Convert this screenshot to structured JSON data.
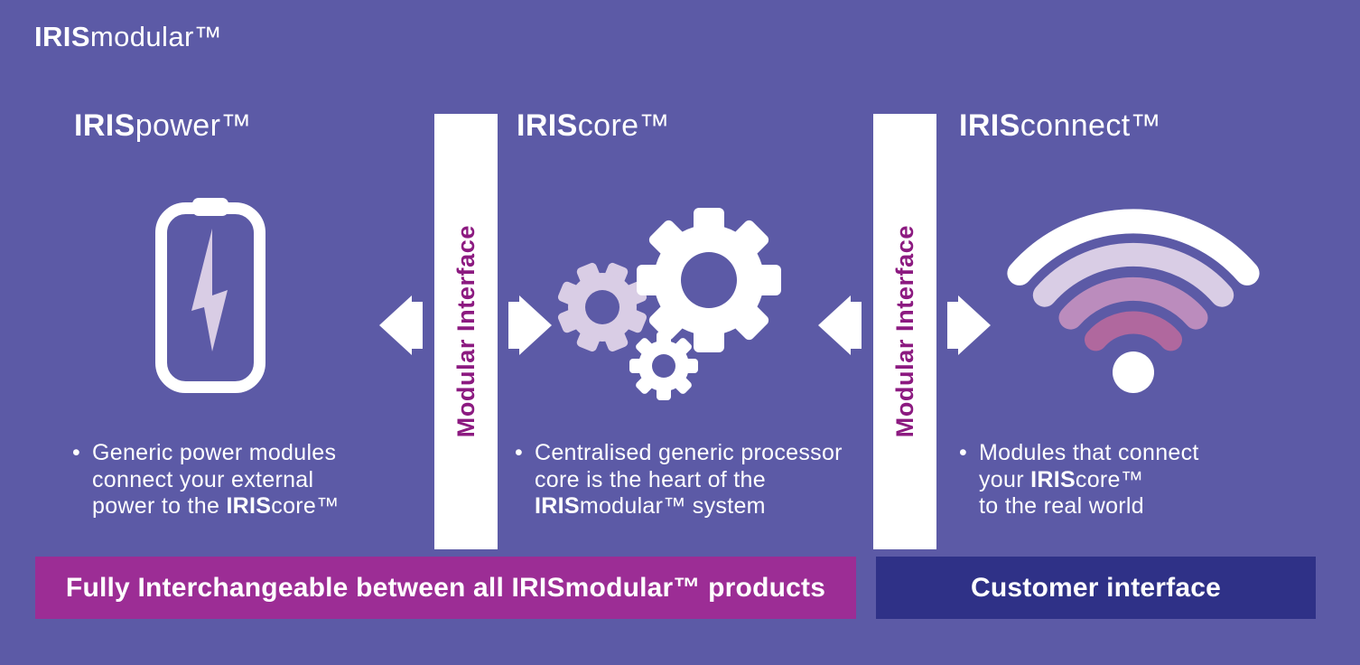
{
  "colors": {
    "background": "#5C5AA6",
    "white": "#FFFFFF",
    "lavender": "#D9CDE5",
    "mauve_mid": "#BB8CBD",
    "mauve_deep": "#B0689E",
    "interface_label_magenta": "#8C1A80",
    "banner_magenta": "#9C2D95",
    "banner_blue": "#2F3187"
  },
  "brand": {
    "bold": "IRIS",
    "rest": "modular™"
  },
  "columns": [
    {
      "title_bold": "IRIS",
      "title_rest": "power™",
      "icon": "battery-icon"
    },
    {
      "title_bold": "IRIS",
      "title_rest": "core™",
      "icon": "gears-icon"
    },
    {
      "title_bold": "IRIS",
      "title_rest": "connect™",
      "icon": "wifi-icon"
    }
  ],
  "bullets": {
    "power": {
      "marker": "•",
      "l1": "Generic power modules",
      "l2": "connect your external",
      "l3_pre": "power to the ",
      "l3_bold": "IRIS",
      "l3_post": "core™"
    },
    "core": {
      "marker": "•",
      "l1": "Centralised generic processor",
      "l2": "core is the heart of the",
      "l3_bold": "IRIS",
      "l3_post": "modular™ system"
    },
    "connect": {
      "marker": "•",
      "l1": "Modules that connect",
      "l2_pre": "your ",
      "l2_bold": "IRIS",
      "l2_post": "core™",
      "l3": "to the real world"
    }
  },
  "interface_bars": {
    "left_label": "Modular Interface",
    "right_label": "Modular Interface"
  },
  "banners": {
    "interchangeable": "Fully Interchangeable between all IRISmodular™ products",
    "customer": "Customer interface"
  }
}
